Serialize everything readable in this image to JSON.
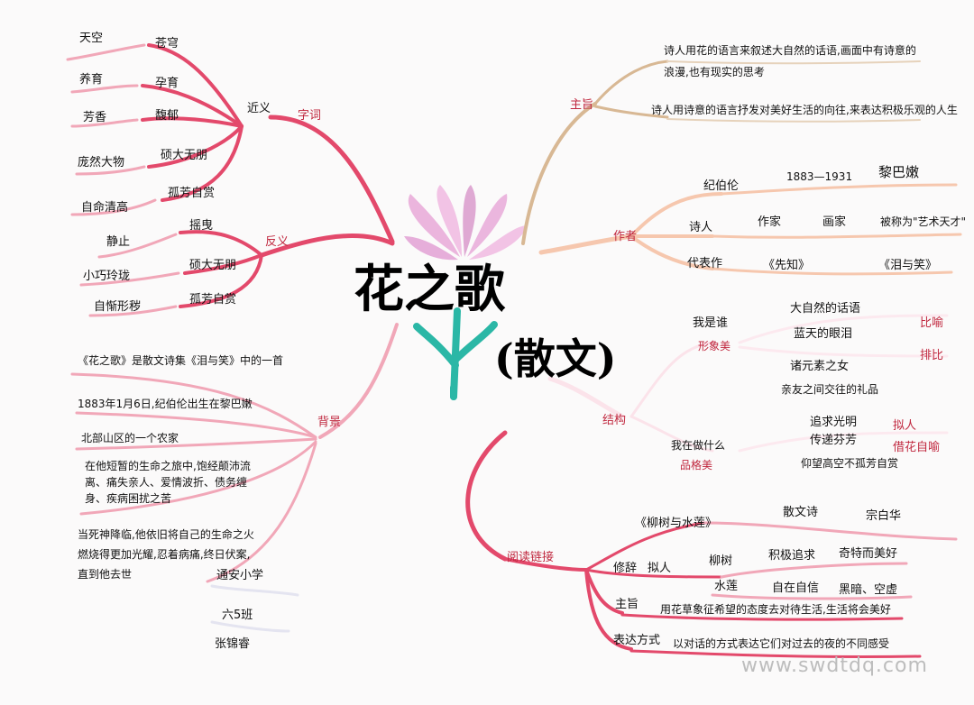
{
  "center": {
    "title": "花之歌",
    "subtitle": "(散文)"
  },
  "branches": {
    "ciyu": {
      "label": "字词",
      "jinyi": {
        "label": "近义",
        "pairs": [
          [
            "天空",
            "苍穹"
          ],
          [
            "养育",
            "孕育"
          ],
          [
            "芳香",
            "馥郁"
          ],
          [
            "庞然大物",
            "硕大无朋"
          ],
          [
            "自命清高",
            "孤芳自赏"
          ]
        ]
      },
      "fanyi": {
        "label": "反义",
        "pairs": [
          [
            "静止",
            "摇曳"
          ],
          [
            "小巧玲珑",
            "硕大无朋"
          ],
          [
            "自惭形秽",
            "孤芳自赏"
          ]
        ]
      }
    },
    "beijing": {
      "label": "背景",
      "items": [
        "《花之歌》是散文诗集《泪与笑》中的一首",
        "1883年1月6日,纪伯伦出生在黎巴嫩",
        "北部山区的一个农家",
        "在他短暂的生命之旅中,饱经颠沛流离、痛失亲人、爱情波折、债务缠身、疾病困扰之苦",
        "当死神降临,他依旧将自己的生命之火燃烧得更加光耀,忍着病痛,终日伏案,直到他去世"
      ],
      "author": [
        "通安小学",
        "六5班",
        "张锦睿"
      ]
    },
    "zhuzhi": {
      "label": "主旨",
      "items": [
        "诗人用花的语言来叙述大自然的话语,画面中有诗意的浪漫,也有现实的思考",
        "诗人用诗意的语言抒发对美好生活的向往,来表达积极乐观的人生"
      ]
    },
    "zuozhe": {
      "label": "作者",
      "row1": [
        "纪伯伦",
        "1883—1931",
        "黎巴嫩"
      ],
      "row2": [
        "诗人",
        "作家",
        "画家",
        "被称为\"艺术天才\""
      ],
      "row3": [
        "代表作",
        "《先知》",
        "《泪与笑》"
      ]
    },
    "jiegou": {
      "label": "结构",
      "section1": {
        "head": "我是谁",
        "note": "形象美",
        "items": [
          "大自然的话语",
          "蓝天的眼泪",
          "诸元素之女",
          "亲友之间交往的礼品"
        ],
        "tags": [
          "比喻",
          "排比"
        ]
      },
      "section2": {
        "head": "我在做什么",
        "note": "品格美",
        "items": [
          "追求光明",
          "传递芬芳",
          "仰望高空不孤芳自赏"
        ],
        "tags": [
          "拟人",
          "借花自喻"
        ]
      }
    },
    "yuedu": {
      "label": "阅读链接",
      "row1": [
        "《柳树与水莲》",
        "散文诗",
        "宗白华"
      ],
      "row2": [
        "修辞",
        "拟人",
        "柳树",
        "积极追求",
        "奇特而美好"
      ],
      "row2b": [
        "水莲",
        "自在自信",
        "黑暗、空虚"
      ],
      "row3": [
        "主旨",
        "用花草象征希望的态度去对待生活,生活将会美好"
      ],
      "row4": [
        "表达方式",
        "以对话的方式表达它们对过去的夜的不同感受"
      ]
    }
  },
  "watermark": "www.swdtdq.com",
  "colors": {
    "pink": "#e3496b",
    "pink_light": "#f1a7b8",
    "peach": "#f6c7ae",
    "brown": "#d8b894",
    "label": "#c0283f",
    "stem": "#2bb7a6",
    "petal": "#d99acb"
  }
}
